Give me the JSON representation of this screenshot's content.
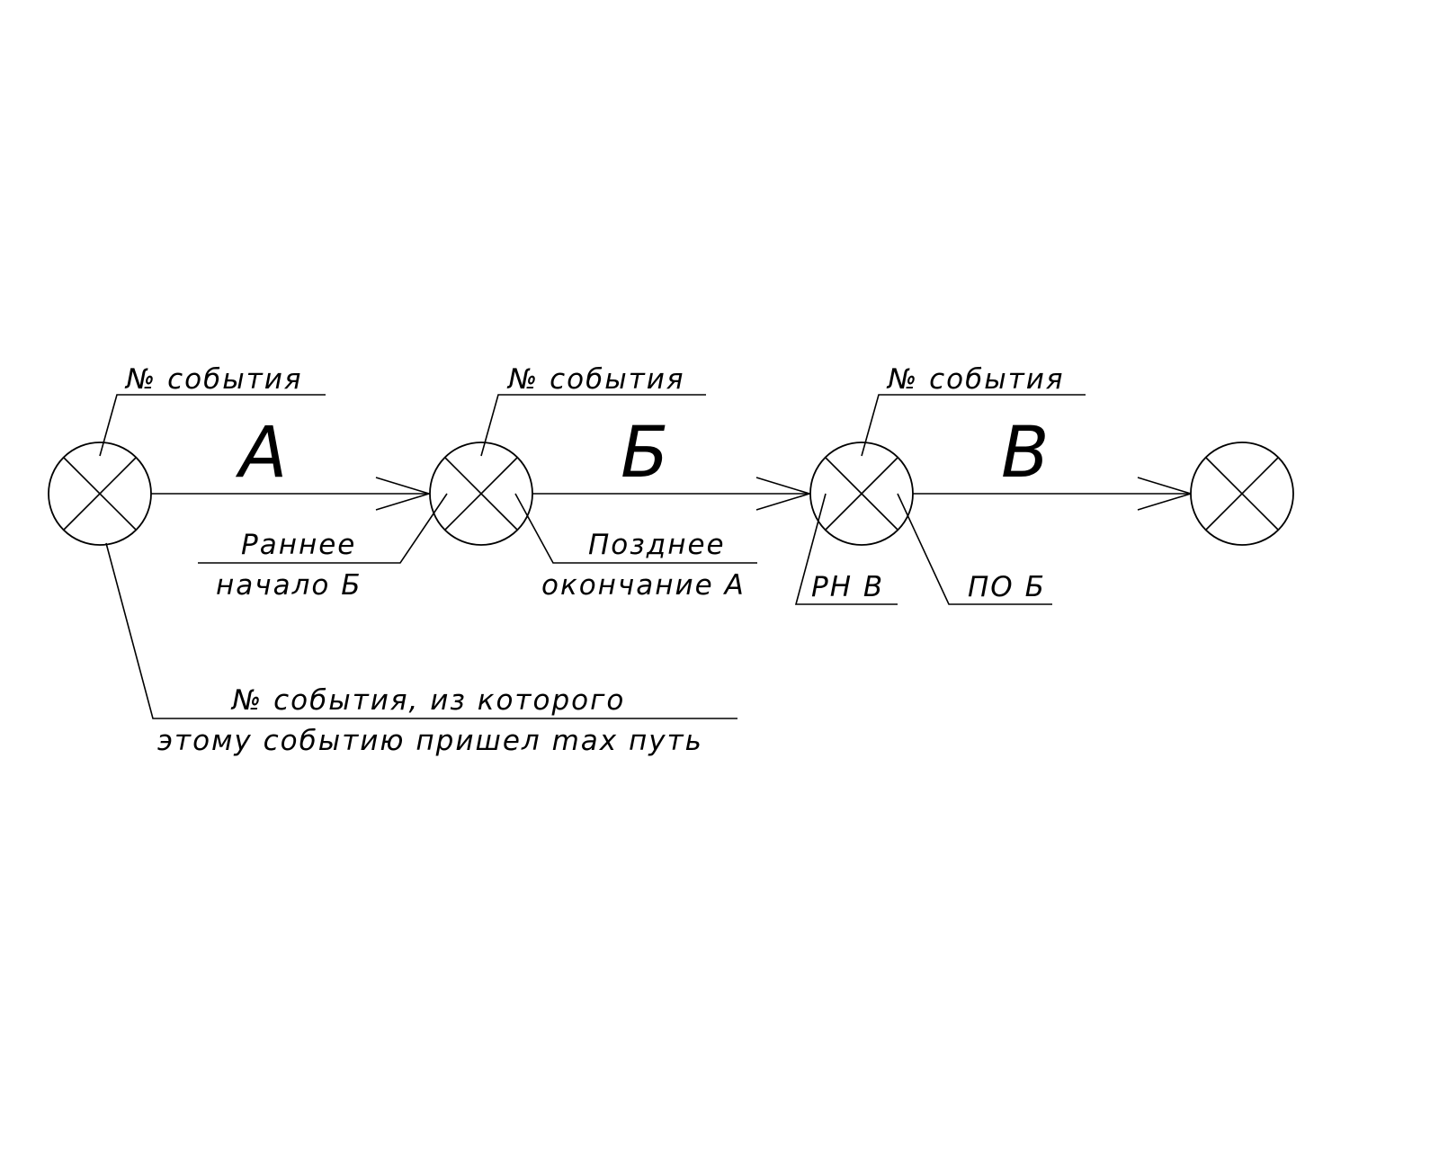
{
  "diagram": {
    "event_number_label": "№ события",
    "activities": {
      "a": "А",
      "b": "Б",
      "v": "В"
    },
    "early_start": {
      "line1": "Раннее",
      "line2": "начало Б"
    },
    "late_finish": {
      "line1": "Позднее",
      "line2": "окончание А"
    },
    "rn_v": "РН В",
    "po_b": "ПО Б",
    "source_event": {
      "line1": "№ события, из которого",
      "line2": "этому событию пришел max путь"
    }
  }
}
